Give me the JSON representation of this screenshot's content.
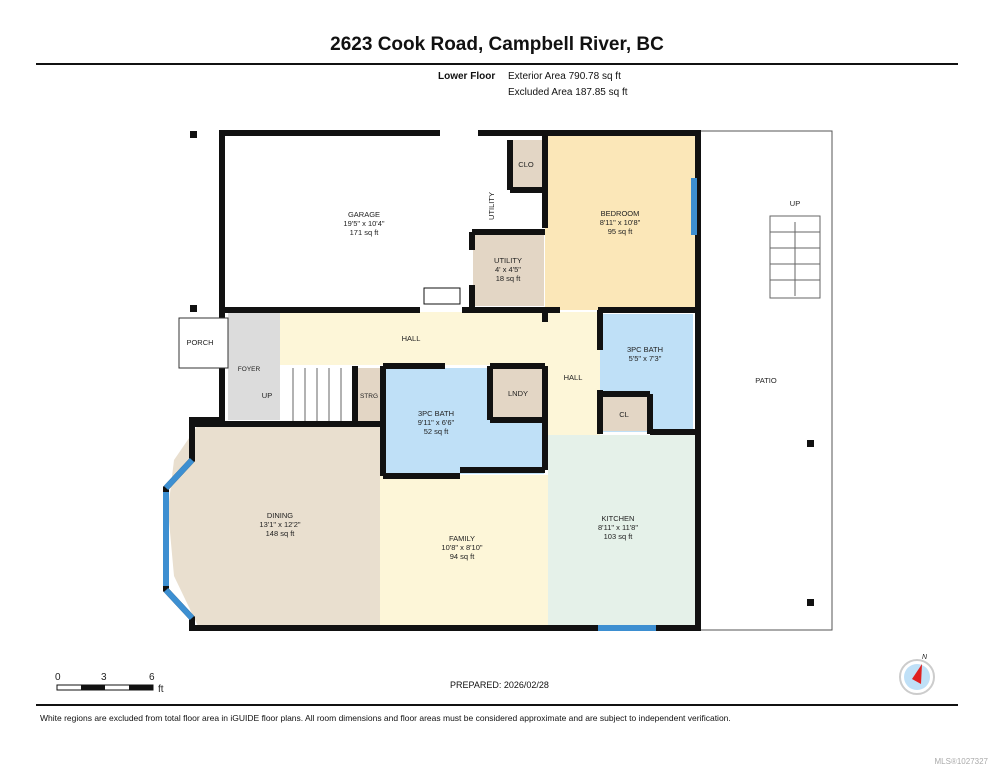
{
  "title": "2623 Cook Road, Campbell River, BC",
  "header": {
    "floor": "Lower Floor",
    "exterior_area": "Exterior Area 790.78 sq ft",
    "excluded_area": "Excluded Area 187.85 sq ft"
  },
  "rooms": {
    "garage": {
      "name": "GARAGE",
      "dims": "19'5\" x 10'4\"",
      "area": "171 sq ft"
    },
    "utility_label": "UTILITY",
    "utility": {
      "name": "UTILITY",
      "dims": "4' x 4'5\"",
      "area": "18 sq ft"
    },
    "clo": "CLO",
    "bedroom": {
      "name": "BEDROOM",
      "dims": "8'11\" x 10'8\"",
      "area": "95 sq ft"
    },
    "porch": "PORCH",
    "foyer": "FOYER",
    "stairs_up": "UP",
    "hall1": "HALL",
    "hall2": "HALL",
    "strg": "STRG",
    "lndy": "LNDY",
    "cl": "CL",
    "bath1": {
      "name": "3PC BATH",
      "dims": "9'11\" x 6'6\"",
      "area": "52 sq ft"
    },
    "bath2": {
      "name": "3PC BATH",
      "dims": "5'5\" x 7'3\""
    },
    "dining": {
      "name": "DINING",
      "dims": "13'1\" x 12'2\"",
      "area": "148 sq ft"
    },
    "family": {
      "name": "FAMILY",
      "dims": "10'8\" x 8'10\"",
      "area": "94 sq ft"
    },
    "kitchen": {
      "name": "KITCHEN",
      "dims": "8'11\" x 11'8\"",
      "area": "103 sq ft"
    },
    "patio": "PATIO",
    "patio_up": "UP"
  },
  "scale": {
    "labels": [
      "0",
      "3",
      "6"
    ],
    "unit": "ft"
  },
  "compass": "N",
  "prepared": "PREPARED: 2026/02/28",
  "disclaimer": "White regions are excluded from total floor area in iGUIDE floor plans. All room dimensions and floor areas must be considered approximate and are subject to independent verification.",
  "mls": "MLS®1027327",
  "colors": {
    "wall": "#111111",
    "bedroom": "#fbe7b8",
    "hall": "#fdf6d8",
    "bath": "#bfe0f7",
    "closet": "#e3d6c5",
    "dining": "#e9dfcf",
    "kitchen": "#e5f1e9",
    "foyer": "#dcdcdc",
    "window": "#3d8fd1"
  }
}
